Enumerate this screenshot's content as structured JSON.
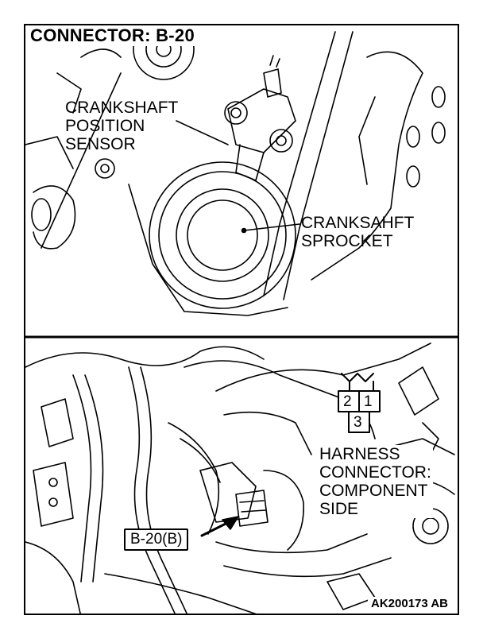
{
  "title": "CONNECTOR: B-20",
  "labels": {
    "crankshaft_position_sensor": "CRANKSHAFT\nPOSITION\nSENSOR",
    "crankshaft_sprocket": "CRANKSAHFT\nSPROCKET",
    "harness_connector": "HARNESS\nCONNECTOR:\nCOMPONENT\nSIDE",
    "connector_callout": "B-20(B)"
  },
  "pins": [
    "2",
    "1",
    "3"
  ],
  "figure_code": "AK200173 AB"
}
